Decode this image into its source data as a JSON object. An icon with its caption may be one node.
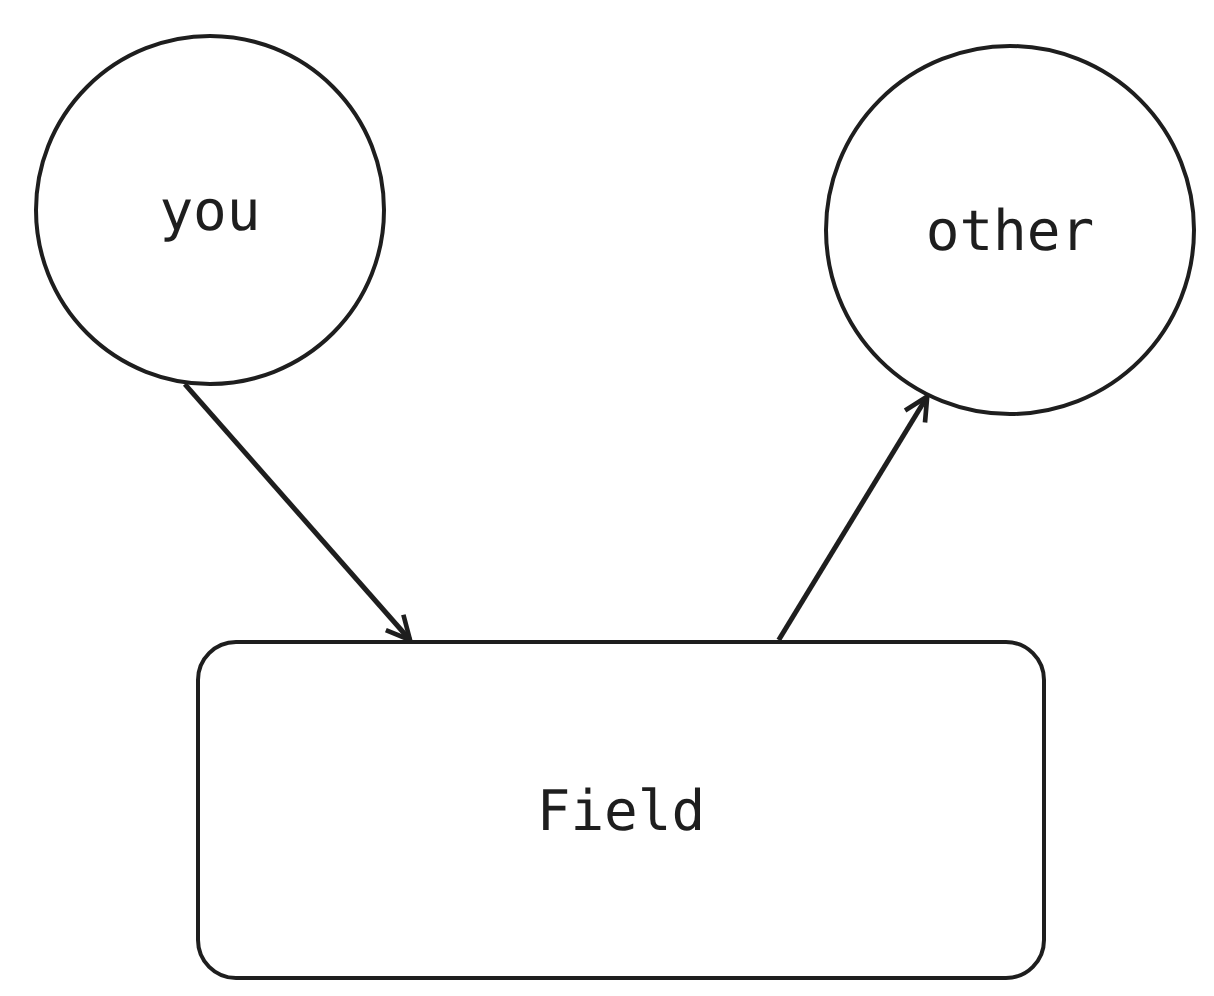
{
  "diagram": {
    "nodes": [
      {
        "text": [
          "you"
        ]
      },
      {
        "text": [
          "other"
        ]
      },
      {
        "text": [
          "Field"
        ]
      }
    ],
    "edges": [
      {
        "from": 0,
        "to": 2,
        "arrow": "to"
      },
      {
        "from": 2,
        "to": 1,
        "arrow": "to"
      }
    ]
  }
}
